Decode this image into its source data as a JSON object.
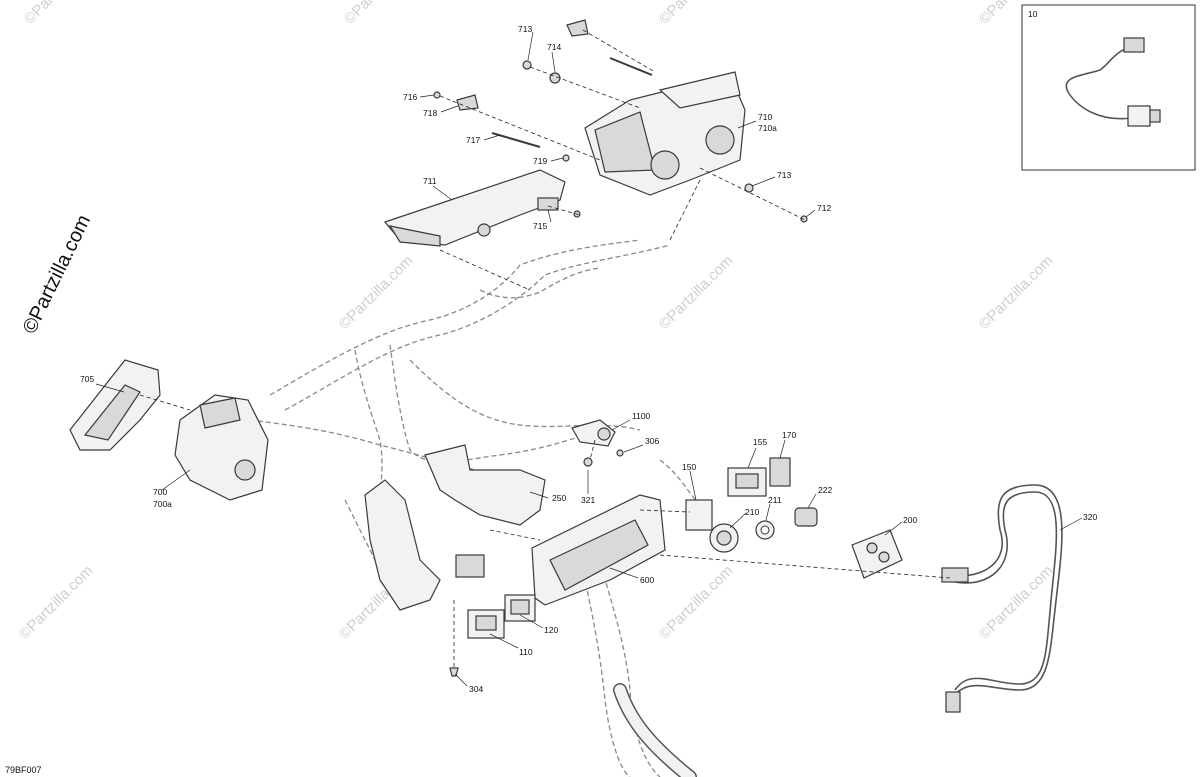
{
  "brand": "©Partzilla.com",
  "watermark": "©Partzilla.com",
  "diagram_code": "79BF007",
  "inset_label": "10",
  "callouts": {
    "c713a": "713",
    "c714": "714",
    "c716": "716",
    "c718": "718",
    "c717": "717",
    "c710": "710",
    "c710a": "710a",
    "c719": "719",
    "c711": "711",
    "c715": "715",
    "c713b": "713",
    "c712": "712",
    "c705": "705",
    "c700": "700",
    "c700a": "700a",
    "c1100": "1100",
    "c306": "306",
    "c155": "155",
    "c170": "170",
    "c150": "150",
    "c250": "250",
    "c321": "321",
    "c222": "222",
    "c211": "211",
    "c210": "210",
    "c200": "200",
    "c320": "320",
    "c600": "600",
    "c120": "120",
    "c110": "110",
    "c304": "304"
  }
}
